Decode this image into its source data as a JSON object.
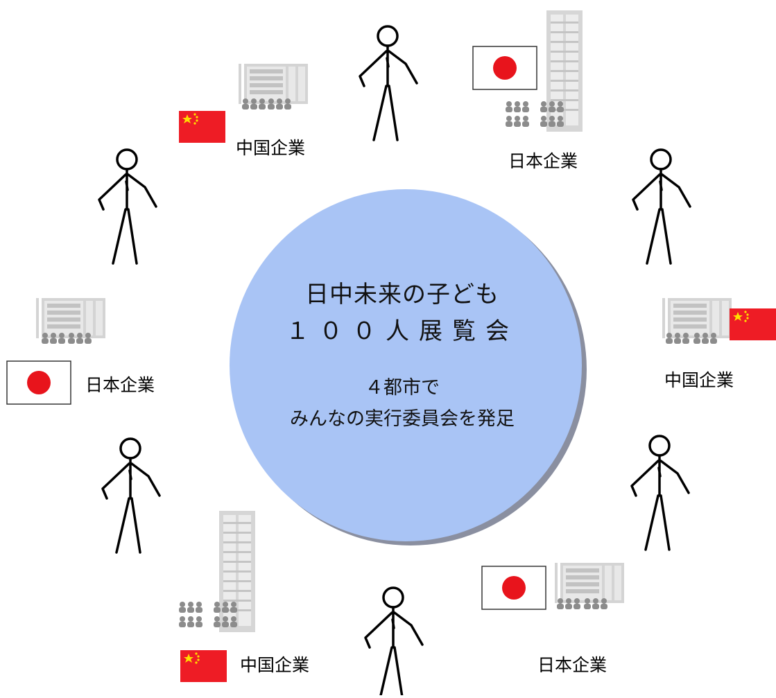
{
  "center": {
    "title_line1": "日中未来の子ども",
    "title_line2": "１００人展覧会",
    "sub_line1": "４都市で",
    "sub_line2": "みんなの実行委員会を発足",
    "fill_color": "#a9c4f5",
    "shadow_color": "#8a8fa0"
  },
  "companies": {
    "japan_top": "日本企業",
    "china_top_left": "中国企業",
    "japan_left": "日本企業",
    "china_right": "中国企業",
    "china_bottom_left": "中国企業",
    "japan_bottom_right": "日本企業"
  },
  "icons": {
    "person": "stick-figure-icon",
    "building": "office-building-icon",
    "crowd": "crowd-icon",
    "japan_flag": "japan-flag-icon",
    "china_flag": "china-flag-icon"
  },
  "colors": {
    "japan_red": "#e8141c",
    "china_red": "#ee1c25",
    "china_star": "#ffde00",
    "building_gray": "#c9c9c9",
    "crowd_gray": "#8c8c8c"
  }
}
